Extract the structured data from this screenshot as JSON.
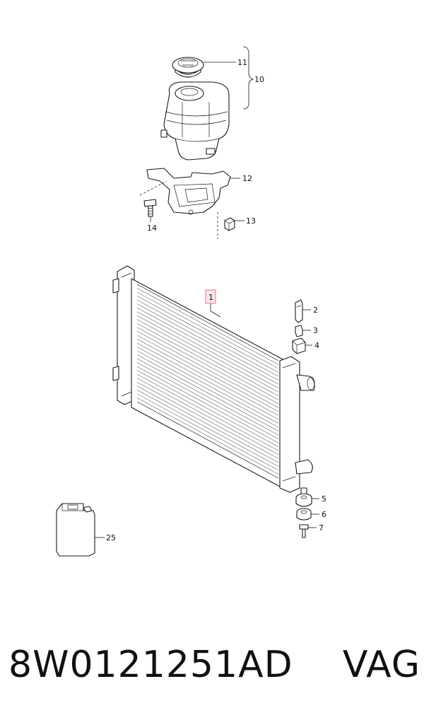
{
  "callouts": {
    "c1": "1",
    "c2": "2",
    "c3": "3",
    "c4": "4",
    "c5": "5",
    "c6": "6",
    "c7": "7",
    "c10": "10",
    "c11": "11",
    "c12": "12",
    "c13": "13",
    "c14": "14",
    "c25": "25"
  },
  "colors": {
    "highlight_border": "#e07a88",
    "highlight_fill": "#fbe3e7",
    "line": "#1a1a1a"
  },
  "caption": {
    "part_number": "8W0121251AD",
    "brand": "VAG"
  }
}
